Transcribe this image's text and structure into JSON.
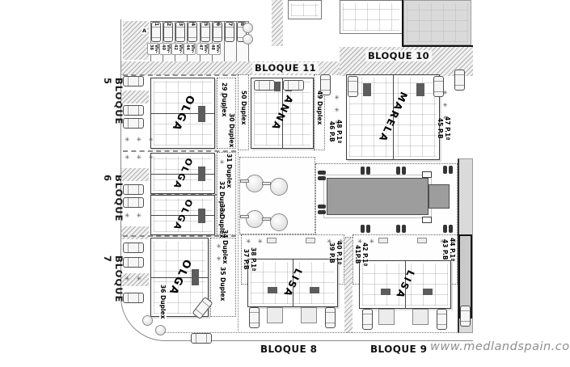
{
  "plan": {
    "left_blocks": [
      {
        "label": "BLOQUE 5"
      },
      {
        "label": "BLOQUE 6"
      },
      {
        "label": "BLOQUE 7"
      }
    ],
    "top_blocks": [
      {
        "label": "BLOQUE 11"
      },
      {
        "label": "BLOQUE 10"
      }
    ],
    "bottom_blocks": [
      {
        "label": "BLOQUE 8"
      },
      {
        "label": "BLOQUE 9"
      }
    ],
    "watermark": "www.medlandspain.com",
    "entrance_marker": "A"
  },
  "parking": {
    "stalls": [
      "1",
      "2",
      "3",
      "4",
      "5",
      "6",
      "7",
      "8"
    ],
    "viv_labels": [
      "Viv-38",
      "Viv-40",
      "Viv-42",
      "Viv-44",
      "Viv-47",
      "Viv-48"
    ]
  },
  "icons": {
    "shrub": "✳",
    "shrub2": "✳ ✳",
    "shrub3": "✳ ✳ ✳"
  },
  "buildings": [
    {
      "model": "OLGA",
      "labels": [
        "29 Duplex",
        "30 Duplex"
      ]
    },
    {
      "model": "OLGA",
      "labels": [
        "31 Duplex",
        "32 Duplex"
      ]
    },
    {
      "model": "OLGA",
      "labels": [
        "33 Duplex",
        "34 Duplex"
      ]
    },
    {
      "model": "OLGA",
      "labels": [
        "35 Duplex",
        "36 Duplex"
      ]
    },
    {
      "model": "ANNA",
      "labels": [
        "50 Duplex",
        "49 Duplex"
      ]
    },
    {
      "model": "MARELA",
      "labels": [
        "48 P.1ª",
        "46 P.B",
        "47 P.1ª",
        "45 P.B"
      ]
    },
    {
      "model": "LISA",
      "labels": [
        "38 P.1ª",
        "37 P.B",
        "40 P.1ª",
        "39 P.B"
      ]
    },
    {
      "model": "LISA",
      "labels": [
        "42 P.1ª",
        "41P.B",
        "44 P.1ª",
        "43 P.B"
      ]
    }
  ]
}
